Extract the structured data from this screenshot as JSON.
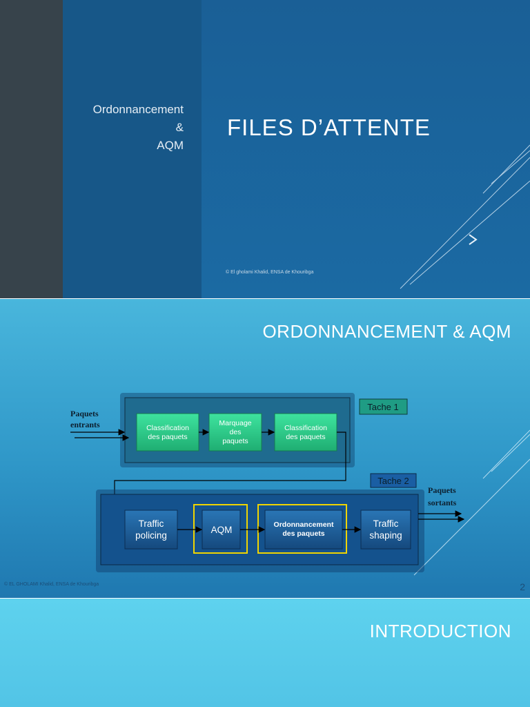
{
  "slide1": {
    "subtitle_line1": "Ordonnancement",
    "subtitle_line2": "&",
    "subtitle_line3": "AQM",
    "title": "FILES D’ATTENTE",
    "copyright": "© El gholami Khalid, ENSA de Khouribga"
  },
  "slide2": {
    "title": "ORDONNANCEMENT & AQM",
    "copyright": "© EL GHOLAMI Khalid, ENSA de Khouribga",
    "page_number": "2",
    "diagram": {
      "input_label_line1": "Paquets",
      "input_label_line2": "entrants",
      "output_label_line1": "Paquets",
      "output_label_line2": "sortants",
      "task1_label": "Tache 1",
      "task2_label": "Tache 2",
      "task1_boxes": [
        {
          "line1": "Classification",
          "line2": "des paquets",
          "line3": ""
        },
        {
          "line1": "Marquage",
          "line2": "des",
          "line3": "paquets"
        },
        {
          "line1": "Classification",
          "line2": "des paquets",
          "line3": ""
        }
      ],
      "task2_boxes": [
        {
          "line1": "Traffic",
          "line2": "policing"
        },
        {
          "line1": "AQM",
          "line2": ""
        },
        {
          "line1": "Ordonnancement",
          "line2": "des paquets"
        },
        {
          "line1": "Traffic",
          "line2": "shaping"
        }
      ],
      "colors": {
        "green_box": "#2fcf8d",
        "blue_box": "#1d5d99",
        "highlight": "#f0d500"
      }
    }
  },
  "slide3": {
    "title": "INTRODUCTION"
  }
}
